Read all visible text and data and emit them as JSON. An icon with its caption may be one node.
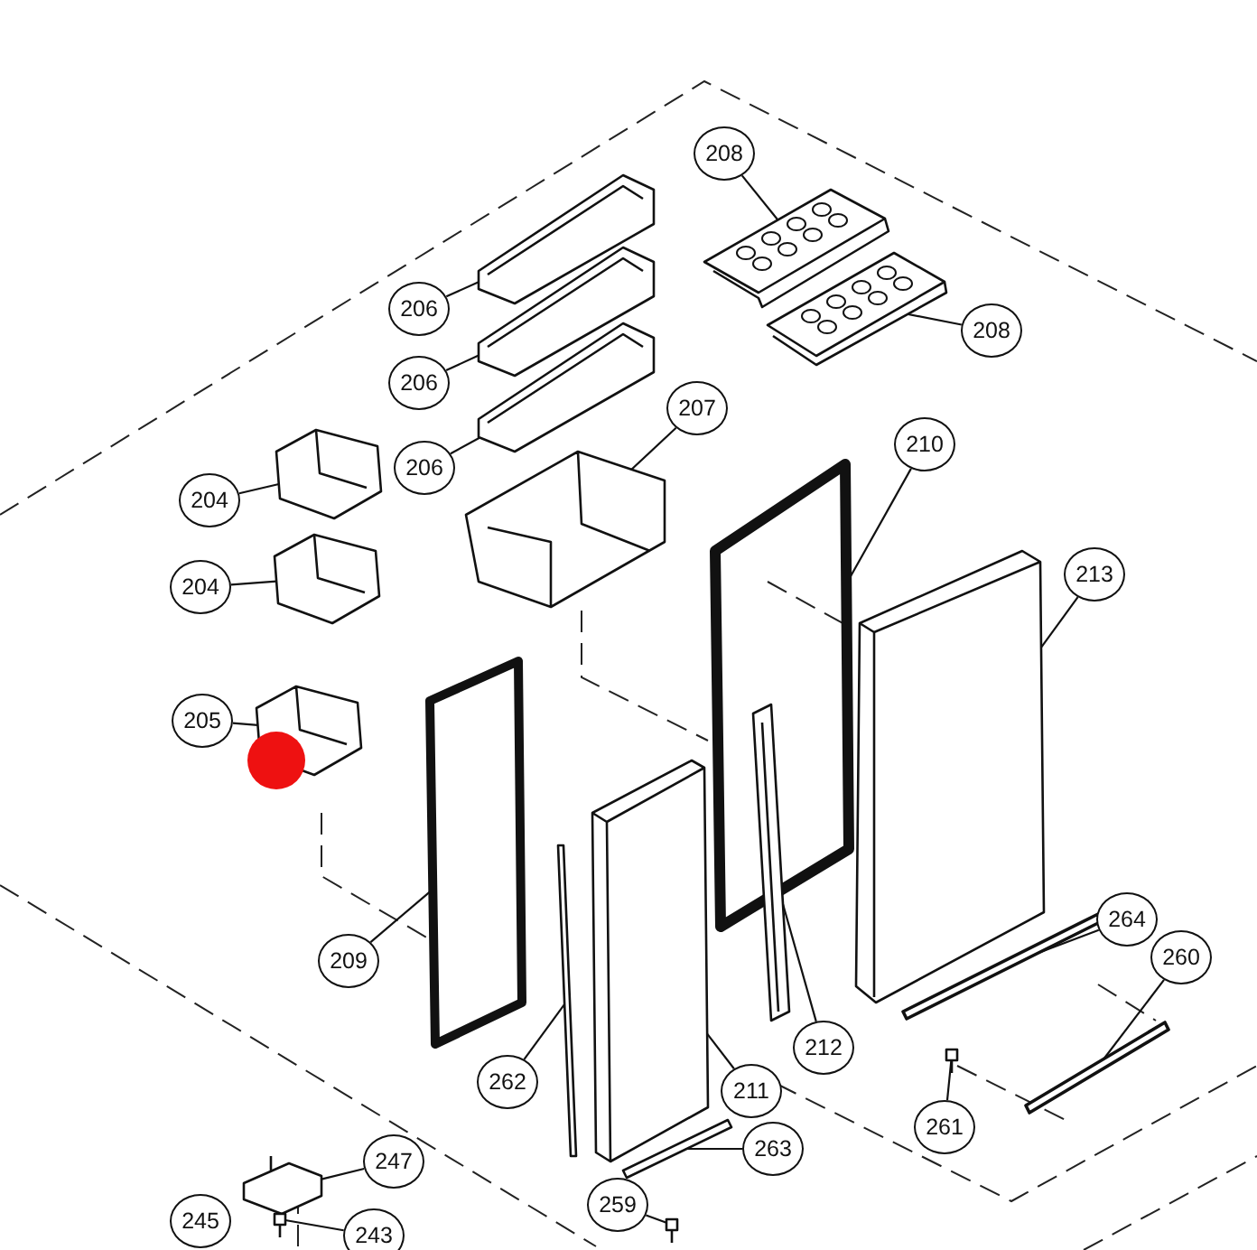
{
  "diagram": {
    "nodes": [
      {
        "text": [
          "208"
        ]
      },
      {
        "text": [],
        "shape": "picture"
      },
      {
        "text": [
          "208"
        ]
      },
      {
        "text": [],
        "shape": "picture"
      },
      {
        "text": [
          "206"
        ]
      },
      {
        "text": [],
        "shape": "picture"
      },
      {
        "text": [
          "206"
        ]
      },
      {
        "text": [],
        "shape": "picture"
      },
      {
        "text": [
          "206"
        ]
      },
      {
        "text": [],
        "shape": "picture"
      },
      {
        "text": [
          "207"
        ]
      },
      {
        "text": [],
        "shape": "picture"
      },
      {
        "text": [
          "209"
        ]
      },
      {
        "text": [],
        "shape": "box"
      },
      {
        "text": [
          "204"
        ]
      },
      {
        "text": [],
        "shape": "picture"
      },
      {
        "text": [
          "204"
        ]
      },
      {
        "text": [],
        "shape": "picture"
      },
      {
        "text": [
          "213"
        ]
      },
      {
        "text": [],
        "shape": "picture"
      },
      {
        "text": [
          "205"
        ]
      },
      {
        "text": [],
        "shape": "picture"
      },
      {
        "text": [
          "210"
        ]
      },
      {
        "text": [],
        "shape": "box"
      },
      {
        "text": [
          "264"
        ]
      },
      {
        "text": [],
        "shape": "bar"
      },
      {
        "text": [
          "260"
        ]
      },
      {
        "text": [],
        "shape": "bar"
      },
      {
        "text": [
          "212"
        ]
      },
      {
        "text": [],
        "shape": "picture"
      },
      {
        "text": [
          "262"
        ]
      },
      {
        "text": [],
        "shape": "picture"
      },
      {
        "text": [
          "211"
        ]
      },
      {
        "text": [],
        "shape": "picture"
      },
      {
        "text": [
          "261"
        ]
      },
      {
        "text": [],
        "shape": "picture"
      },
      {
        "text": [
          "263"
        ]
      },
      {
        "text": [],
        "shape": "picture"
      },
      {
        "text": [
          "247"
        ]
      },
      {
        "text": [],
        "shape": "picture"
      },
      {
        "text": [
          "259"
        ]
      },
      {
        "text": [],
        "shape": "picture"
      },
      {
        "text": [
          "243"
        ]
      },
      {
        "text": [],
        "shape": "picture"
      },
      {
        "text": [
          "245"
        ]
      }
    ],
    "edges": [
      {
        "from": 0,
        "to": 1,
        "arrow": "none"
      },
      {
        "from": 2,
        "to": 3,
        "arrow": "none"
      },
      {
        "from": 4,
        "to": 5,
        "arrow": "none"
      },
      {
        "from": 6,
        "to": 7,
        "arrow": "none"
      },
      {
        "from": 8,
        "to": 9,
        "arrow": "none"
      },
      {
        "from": 10,
        "to": 11,
        "arrow": "none"
      },
      {
        "from": 12,
        "to": 13,
        "arrow": "none"
      },
      {
        "from": 14,
        "to": 15,
        "arrow": "none"
      },
      {
        "from": 16,
        "to": 17,
        "arrow": "none"
      },
      {
        "from": 18,
        "to": 19,
        "arrow": "none"
      },
      {
        "from": 20,
        "to": 21,
        "arrow": "none"
      },
      {
        "from": 22,
        "to": 23,
        "arrow": "none"
      },
      {
        "from": 24,
        "to": 25,
        "arrow": "none"
      },
      {
        "from": 26,
        "to": 27,
        "arrow": "none"
      },
      {
        "from": 28,
        "to": 29,
        "arrow": "none"
      },
      {
        "from": 30,
        "to": 31,
        "arrow": "none"
      },
      {
        "from": 32,
        "to": 33,
        "arrow": "none"
      },
      {
        "from": 34,
        "to": 35,
        "arrow": "none"
      },
      {
        "from": 36,
        "to": 37,
        "arrow": "none"
      },
      {
        "from": 38,
        "to": 39,
        "arrow": "none"
      },
      {
        "from": 40,
        "to": 41,
        "arrow": "none"
      },
      {
        "from": 42,
        "to": 43,
        "arrow": "none"
      }
    ]
  }
}
